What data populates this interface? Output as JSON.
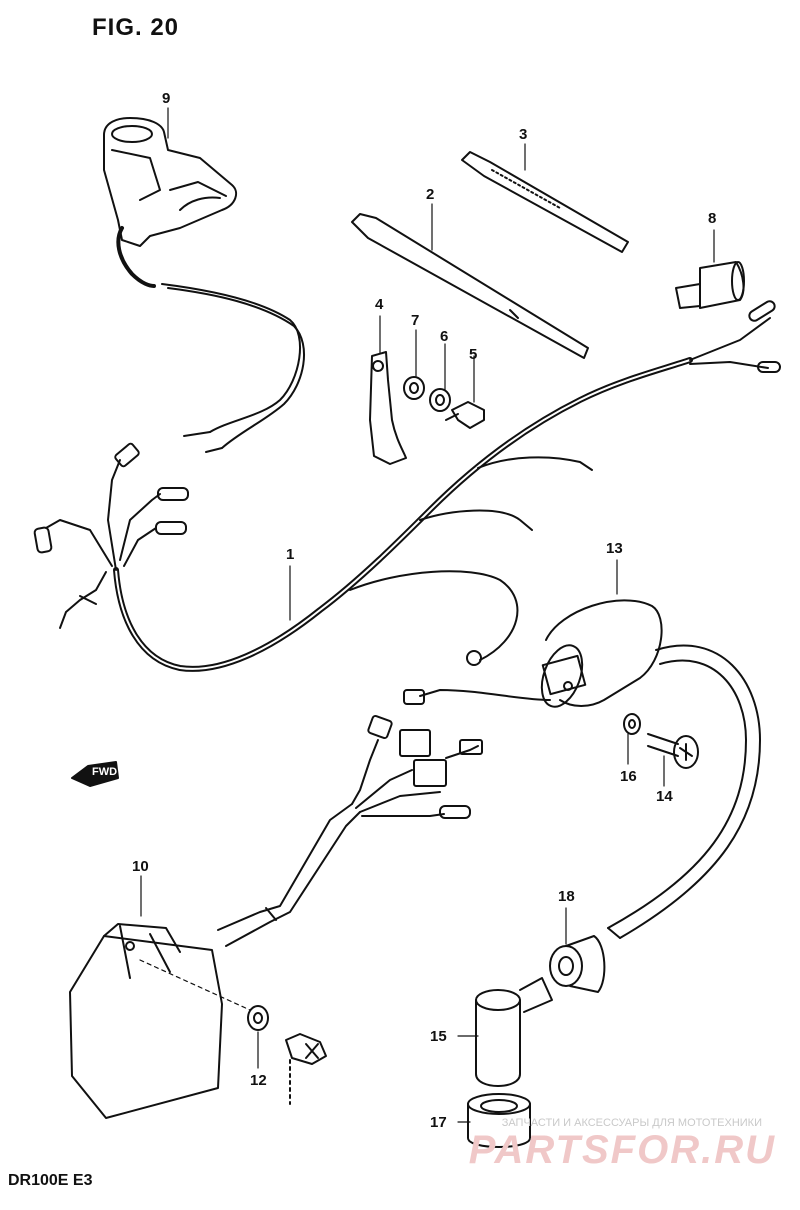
{
  "figure_title": "FIG. 20",
  "model_code": "DR100E E3",
  "fwd_label": "FWD",
  "watermark": {
    "top_text": "ЗАПЧАСТИ И АКСЕССУАРЫ ДЛЯ МОТОТЕХНИКИ",
    "logo_text": "PARTSFOR.RU"
  },
  "callouts": [
    "1",
    "2",
    "3",
    "4",
    "5",
    "6",
    "7",
    "8",
    "9",
    "10",
    "12",
    "13",
    "14",
    "15",
    "16",
    "17",
    "18"
  ]
}
